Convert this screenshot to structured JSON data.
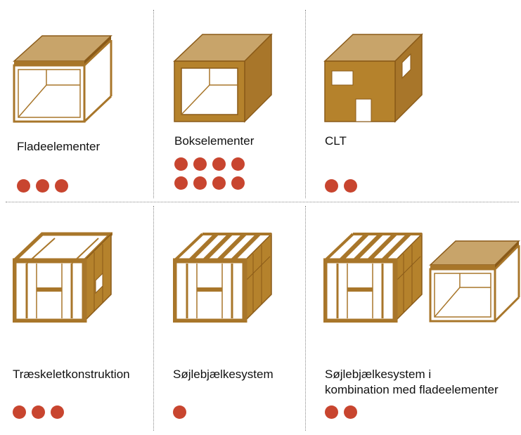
{
  "colors": {
    "wood_top": "#c8a46a",
    "wood_side": "#a8762a",
    "wood_front": "#b5822c",
    "rating_dot": "#c8452f",
    "divider": "#8a8a8a"
  },
  "cells": [
    {
      "label": "Fladeelementer",
      "label2": "",
      "rating": 3,
      "icon": "flat-element-icon"
    },
    {
      "label": "Bokselementer",
      "label2": "",
      "rating": 8,
      "icon": "box-element-icon"
    },
    {
      "label": "CLT",
      "label2": "",
      "rating": 2,
      "icon": "clt-icon"
    },
    {
      "label": "Træskeletkonstruktion",
      "label2": "",
      "rating": 3,
      "icon": "timber-frame-icon"
    },
    {
      "label": "Søjlebjælkesystem",
      "label2": "",
      "rating": 1,
      "icon": "post-beam-icon"
    },
    {
      "label": "Søjlebjælkesystem i",
      "label2": "kombination med fladeelementer",
      "rating": 2,
      "icon": "post-beam-combo-icon"
    }
  ]
}
